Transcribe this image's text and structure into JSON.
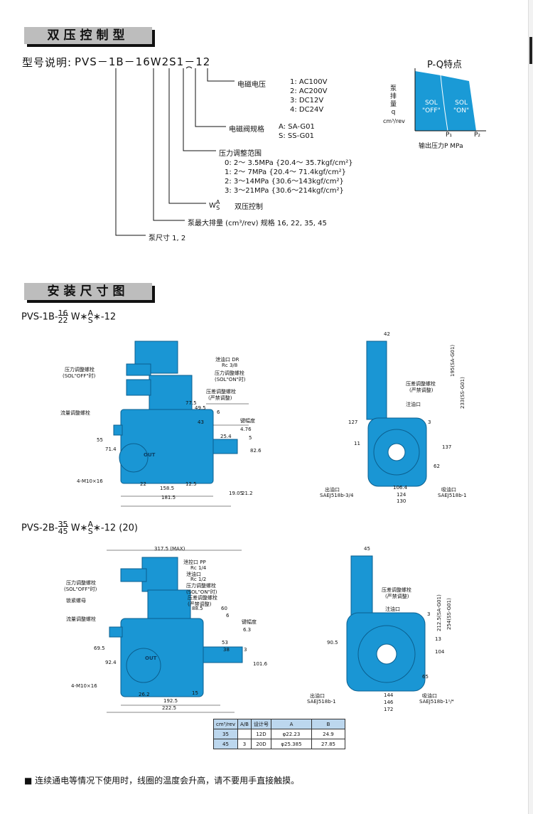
{
  "section1": {
    "title": "双压控制型"
  },
  "model": {
    "prefix": "型号说明:",
    "code": "PVS－1B－16W2S1－12",
    "items": [
      {
        "label": "电磁电压",
        "options": [
          "1:  AC100V",
          "2:  AC200V",
          "3:  DC12V",
          "4:  DC24V"
        ]
      },
      {
        "label": "电磁阀规格",
        "options": [
          "A:  SA-G01",
          "S:  SS-G01"
        ]
      },
      {
        "label": "压力调整范围",
        "options": [
          "0:  2～ 3.5MPa {20.4～ 35.7kgf/cm²}",
          "1:  2～ 7MPa  {20.4～ 71.4kgf/cm²}",
          "2:  3～14MPa  {30.6～143kgf/cm²}",
          "3:  3～21MPa  {30.6～214kgf/cm²}"
        ]
      },
      {
        "label": "双压控制",
        "code_top": "A",
        "code_main": "W",
        "code_bottom": "S"
      },
      {
        "label": "泵最大排量 (cm³/rev)  规格 16, 22, 35, 45"
      },
      {
        "label": "泵尺寸  1, 2"
      }
    ]
  },
  "pq": {
    "title": "P-Q特点",
    "ylabel_lines": [
      "泵",
      "排",
      "量",
      "q",
      "cm³/rev"
    ],
    "region_left": [
      "SOL",
      "\"OFF\""
    ],
    "region_right": [
      "SOL",
      "\"ON\""
    ],
    "p1": "P₁",
    "p2": "P₂",
    "xlabel": "输出压力P MPa",
    "fill_color": "#1a9ad6"
  },
  "section2": {
    "title": "安装尺寸图"
  },
  "fig1": {
    "title_prefix": "PVS-1B-",
    "frac_top": "16",
    "frac_bottom": "22",
    "mid": "W∗",
    "a_top": "A",
    "a_bottom": "S",
    "suffix": "∗-12",
    "labels": {
      "press_off": "压力调整螺栓",
      "press_off2": "(SOL\"OFF\"时)",
      "drain": "泄油口  DR",
      "drain_rc": "Rc 3/8",
      "press_on": "压力调整螺栓",
      "press_on2": "(SOL\"ON\"时)",
      "press_prohibit": "压差调整螺栓",
      "press_prohibit2": "(严禁调整)",
      "flow": "流量调整螺栓",
      "keyway": "键幅度",
      "bolts": "4-M10×16",
      "key_w": "4.76",
      "out": "OUT"
    },
    "dims": {
      "d1": "77.5",
      "d2": "49.5",
      "d3": "6",
      "d4": "43",
      "d5": "25.4",
      "d6": "5",
      "d7": "55",
      "d8": "71.4",
      "d9": "22",
      "d10": "12.5",
      "d11": "158.5",
      "d12": "181.5",
      "d13": "19.05",
      "d14": "21.2",
      "d15": "82.6"
    },
    "side": {
      "top": "42",
      "d127": "127",
      "d11": "11",
      "d137": "137",
      "d62": "62",
      "d195": "195(SA-G01)",
      "d233": "233(SS-G01)",
      "d3": "3",
      "w1": "106.4",
      "w2": "124",
      "w3": "130",
      "inlet": "注油口",
      "adj": "压差调整螺栓",
      "adj2": "(严禁调整)",
      "outlet": "出油口",
      "outlet2": "SAEJ518b-3/4",
      "suction": "吸油口",
      "suction2": "SAEJ518b-1"
    }
  },
  "fig2": {
    "title_prefix": "PVS-2B-",
    "frac_top": "35",
    "frac_bottom": "45",
    "mid": "W∗",
    "a_top": "A",
    "a_bottom": "S",
    "suffix": "∗-12 (20)",
    "labels": {
      "max": "317.5 (MAX)",
      "pilot": "泄控口  PP",
      "pilot_rc": "Rc 1/4",
      "drain": "泄油口",
      "drain_rc": "Rc 1/2",
      "press_off": "压力调整螺栓",
      "press_off2": "(SOL\"OFF\"时)",
      "lock": "锁紧螺母",
      "press_on": "压力调整螺栓",
      "press_on2": "(SOL\"ON\"时)",
      "press_prohibit": "压差调整螺栓",
      "press_prohibit2": "(严禁调整)",
      "flow": "流量调整螺栓",
      "keyway": "键幅度",
      "key_w": "6.3",
      "bolts": "4-M10×16",
      "out": "OUT"
    },
    "dims": {
      "d1": "88.5",
      "d2": "60",
      "d3": "6",
      "d4": "53",
      "d5": "38",
      "d6": "3",
      "d7": "69.5",
      "d8": "92.4",
      "d9": "26.2",
      "d10": "15",
      "d11": "192.5",
      "d12": "222.5",
      "d13": "101.6"
    },
    "side": {
      "top": "45",
      "d90": "90.5",
      "d13": "13",
      "d104": "104",
      "d65": "65",
      "d212": "212.5(SA-G01)",
      "d254": "254(SS-G01)",
      "d3": "3",
      "w1": "144",
      "w2": "146",
      "w3": "172",
      "inlet": "注油口",
      "adj": "压差调整螺栓",
      "adj2": "(严禁调整)",
      "outlet": "出油口",
      "outlet2": "SAEJ518b-1",
      "suction": "吸油口",
      "suction2": "SAEJ518b-1¹/⁴"
    }
  },
  "table": {
    "headers": [
      "cm³/rev",
      "A/B",
      "设计号",
      "A",
      "B"
    ],
    "rows": [
      [
        "35",
        "",
        "12D",
        "φ22.23",
        "24.9"
      ],
      [
        "45",
        "3",
        "20D",
        "φ25.385",
        "27.85"
      ]
    ]
  },
  "colors": {
    "pump": "#1a96d4",
    "pump_dark": "#0b5f8f",
    "title_bg": "#bdbdbd"
  },
  "note": "■ 连续通电等情况下使用时，线圈的温度会升高，请不要用手直接触摸。"
}
